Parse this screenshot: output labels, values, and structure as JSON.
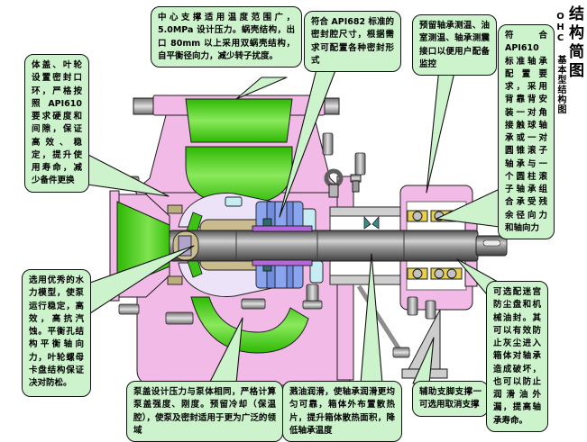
{
  "page_title": {
    "main": "结构简图",
    "sub": "OHC 基本型结构图"
  },
  "callouts": [
    {
      "id": "body-cover-rings",
      "text": "体盖、叶轮设置密封口环，严格按照API610要求硬度和间隙，保证高效、稳定，提升使用寿命，减少备件更换"
    },
    {
      "id": "center-support",
      "text": "中心支撑适用温度范围广，5.0MPa 设计压力。蜗壳结构，出口 80mm 以上采用双蜗壳结构，自平衡径向力，减少转子扰度。"
    },
    {
      "id": "seal-chamber",
      "text": "符合 API682 标准的密封腔尺寸，根据需求可配置各种密封形式"
    },
    {
      "id": "monitoring-ports",
      "text": "预留轴承测温、油室测温、轴承测震接口以便用户配备监控"
    },
    {
      "id": "bearing-config",
      "text": "符合API610标准轴承配置要求，采用背靠背安装一对角接触球轴承或一对圆锥滚子轴承与一个圆柱滚子轴承组合承受残余径向力和轴向力"
    },
    {
      "id": "hydraulic-model",
      "text": "选用优秀的水力模型，使泵运行稳定，高效，高抗汽蚀。平衡孔结构平衡轴向力，叶轮螺母卡盘结构保证决对防松。"
    },
    {
      "id": "pump-cover",
      "text": "泵盖设计压力与泵体相同，严格计算泵盖强度、刚度。预留冷却（保温腔），使泵及密封适用于更为广泛的领域"
    },
    {
      "id": "oil-splash",
      "text": "溅油润滑，使轴承润滑更均匀可靠，箱体外布置散热片，提升箱体散热面积，降低轴承温度"
    },
    {
      "id": "aux-foot",
      "text": "辅助支脚支撑一可选用取消支撑"
    },
    {
      "id": "dust-seal",
      "text": "可选配迷宫防尘盘和机械油封。其可以有效防止灰尘进入箱体对轴承造成破坏，也可以防止润滑油外漏，提高轴承寿命。"
    }
  ],
  "colors": {
    "callout_fill": "#cdf3cd",
    "casing_pink": "#f2bae6",
    "flow_green": "#44cc11",
    "seal_blue": "#8aa4ee",
    "shaft_gray": "#8a8a8a",
    "impeller_lavender": "#ede3f9",
    "hub_tan": "#cbbc90",
    "bearing_yellow": "#e8cf4e"
  }
}
